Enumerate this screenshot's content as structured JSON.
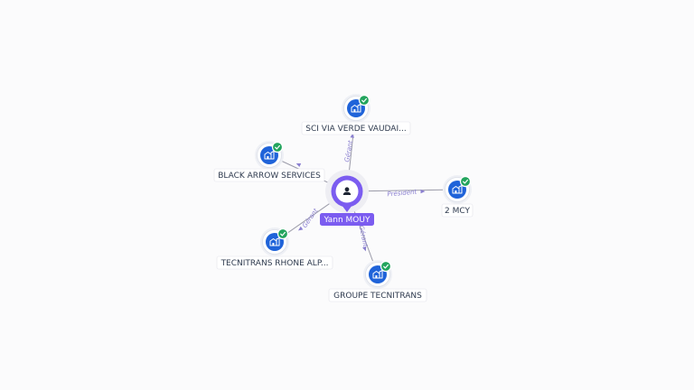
{
  "colors": {
    "company": "#1f63d9",
    "badge": "#22a45d",
    "person": "#7b5cf0",
    "edge": "#9a9aa8",
    "edge_label": "#8a7fd0"
  },
  "center": {
    "name": "Yann MOUY",
    "icon": "person-icon"
  },
  "companies": [
    {
      "name": "SCI VIA VERDE VAUDAI...",
      "role": "Gérant",
      "icon": "building-icon",
      "status": "check-icon"
    },
    {
      "name": "BLACK ARROW SERVICES",
      "role": "",
      "icon": "building-icon",
      "status": "check-icon"
    },
    {
      "name": "2 MCY",
      "role": "Président",
      "icon": "building-icon",
      "status": "check-icon"
    },
    {
      "name": "TECNITRANS RHONE ALP...",
      "role": "Gérant",
      "icon": "building-icon",
      "status": "check-icon"
    },
    {
      "name": "GROUPE TECNITRANS",
      "role": "Gérant",
      "icon": "building-icon",
      "status": "check-icon"
    }
  ]
}
